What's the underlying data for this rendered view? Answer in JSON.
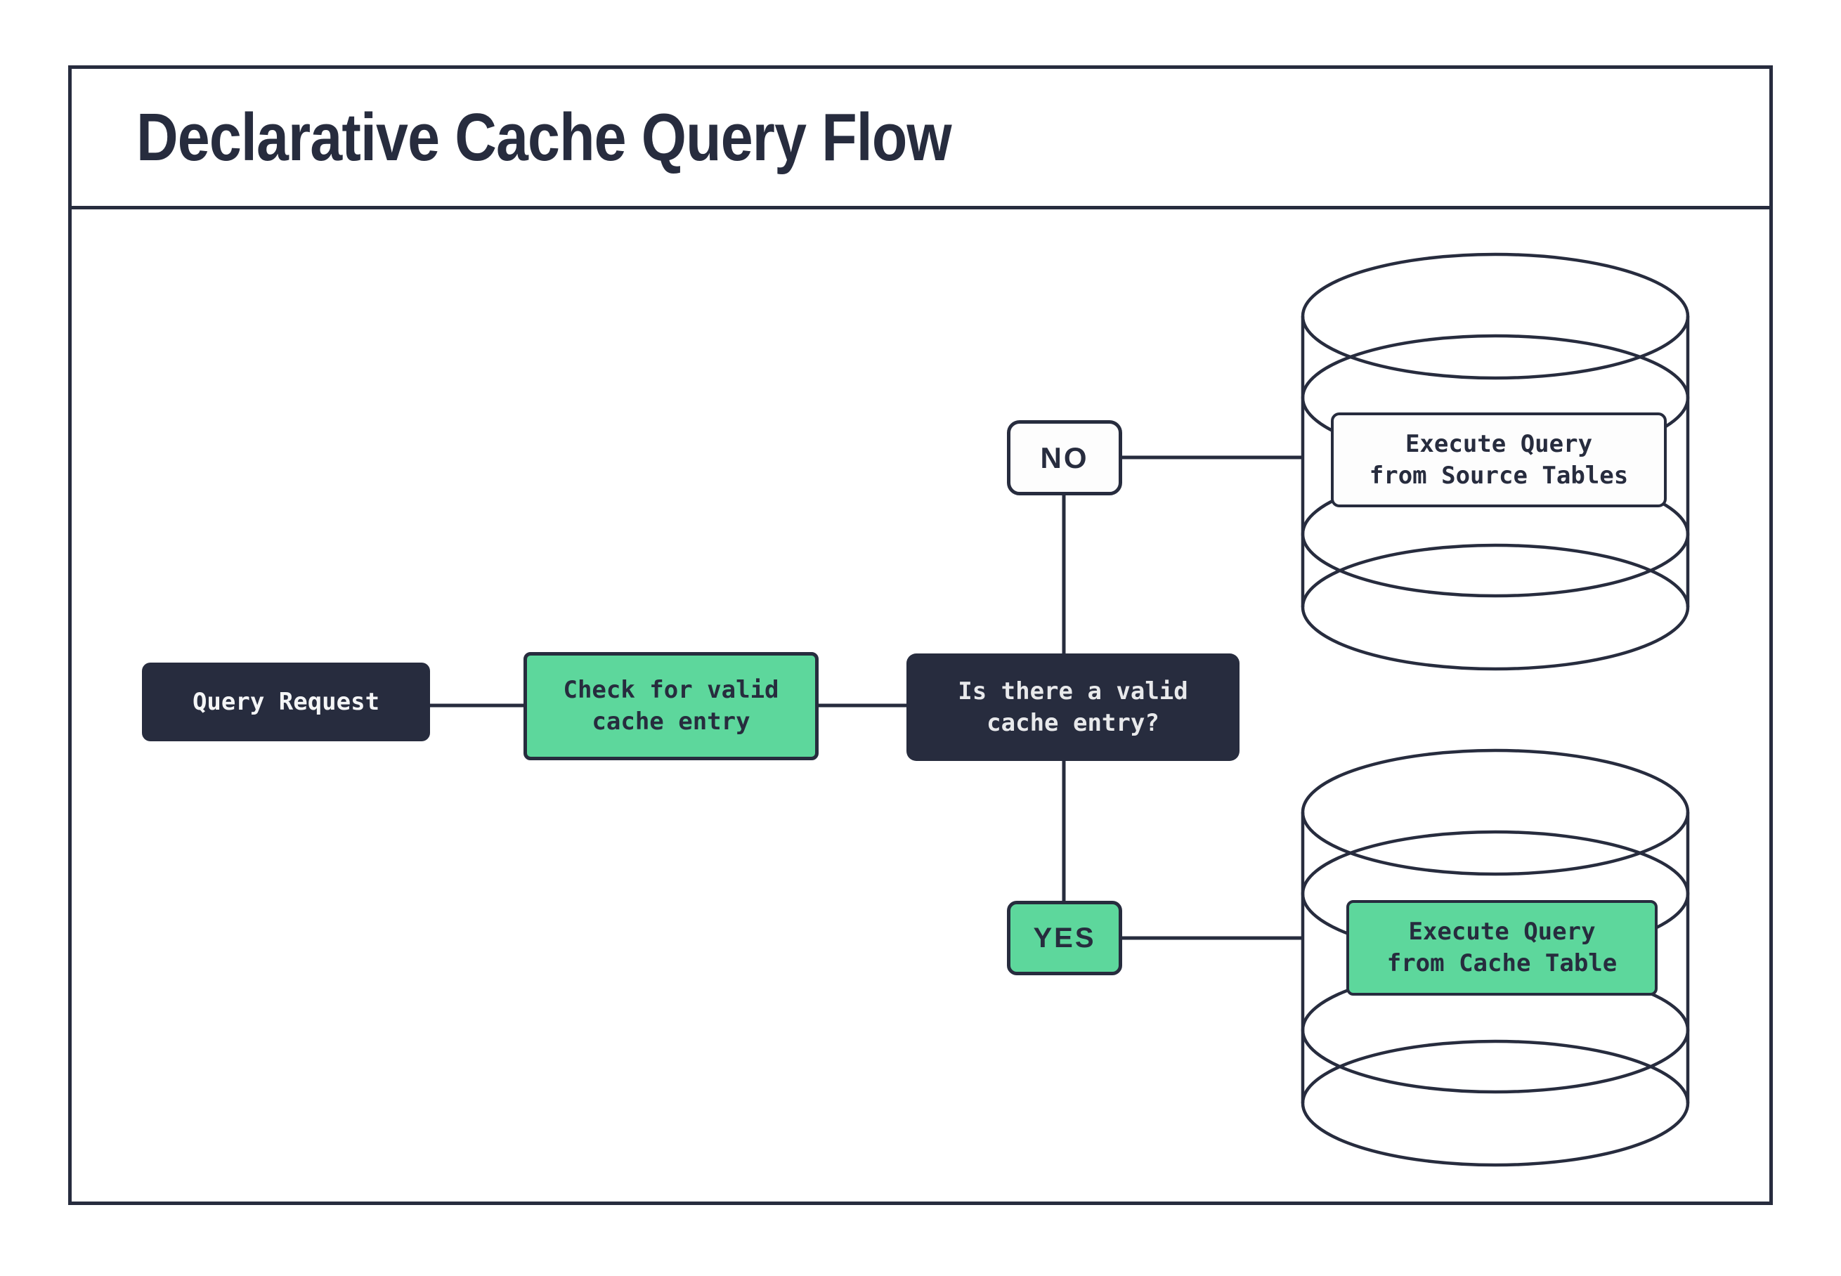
{
  "title": "Declarative Cache Query Flow",
  "colors": {
    "navy": "#272C3E",
    "green": "#5DD79C",
    "box_text_light": "#E8E9EB",
    "background": "#FFFFFF"
  },
  "icons": {
    "source_db": "database-cylinder-icon",
    "cache_db": "database-cylinder-icon"
  },
  "nodes": {
    "query_request": {
      "label": "Query Request"
    },
    "check_cache": {
      "lines": [
        "Check for valid",
        "cache entry"
      ]
    },
    "decision": {
      "lines": [
        "Is there a valid",
        "cache entry?"
      ]
    },
    "no_branch": {
      "label": "NO"
    },
    "yes_branch": {
      "label": "YES"
    },
    "source_db": {
      "lines": [
        "Execute Query",
        "from Source Tables"
      ]
    },
    "cache_db": {
      "lines": [
        "Execute Query",
        "from Cache Table"
      ]
    }
  }
}
